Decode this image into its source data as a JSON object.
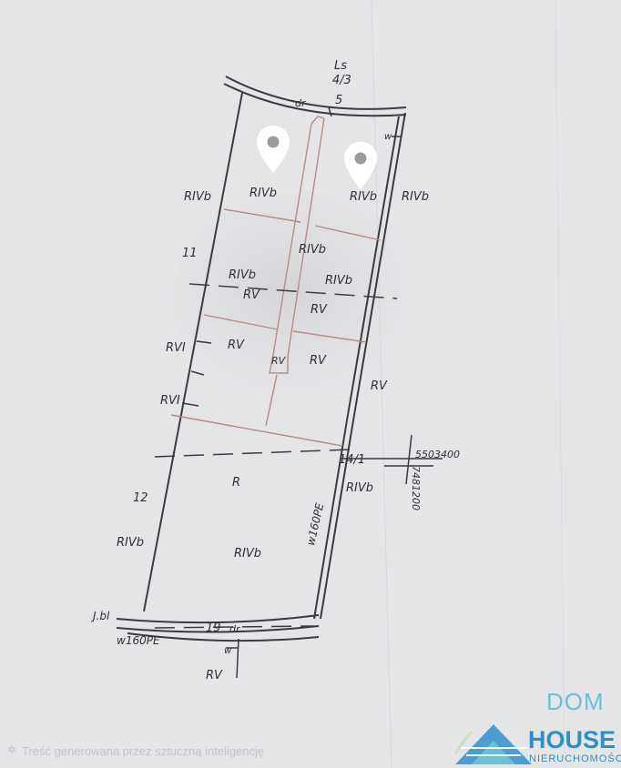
{
  "labels": {
    "ls": "Ls",
    "ls_parcel": "4/3",
    "top_dr": "dr",
    "top_parcel": "5",
    "w_top": "w",
    "rivb_left_top": "RIVb",
    "rivb_plot_left": "RIVb",
    "rivb_plot_right": "RIVb",
    "rivb_right_top": "RIVb",
    "num_11": "11",
    "rivb_mid": "RIVb",
    "rivb_mid_left": "RIVb",
    "rivb_mid_right": "RIVb",
    "rv_mid_left": "RV",
    "rv_mid_right": "RV",
    "rvi_upper": "RVI",
    "rv_left": "RV",
    "rv_road": "RV",
    "rv_right": "RV",
    "rvi_lower": "RVI",
    "rv_far_right": "RV",
    "parcel_14_1": "14/1",
    "coord_x": "5503400",
    "coord_y": "7481200",
    "num_12": "12",
    "r_class": "R",
    "rivb_right_low": "RIVb",
    "pipe_right": "w160PE",
    "rivb_left_low": "RIVb",
    "rivb_center_low": "RIVb",
    "j_bl": "J.bl",
    "bottom_parcel": "19",
    "bottom_dr": "dr",
    "pipe_bottom": "w160PE",
    "w_bottom": "w",
    "rv_bottom": "RV"
  },
  "markers": [
    {
      "name": "location-pin-left",
      "icon": "map-pin-icon"
    },
    {
      "name": "location-pin-right",
      "icon": "map-pin-icon"
    }
  ],
  "watermark": {
    "text": "Treść generowana przez sztuczną inteligencję",
    "icon": "sparkle-icon"
  },
  "logo": {
    "line1": "DOM",
    "line2": "HOUSE",
    "line3": "NIERUCHOMOŚCI"
  },
  "colors": {
    "paper": "#e4e5e7",
    "ink": "#2f3033",
    "parcel_lines": "#b98a84",
    "logo_blue": "#2d8fc5",
    "logo_light": "#6bbfd6"
  }
}
